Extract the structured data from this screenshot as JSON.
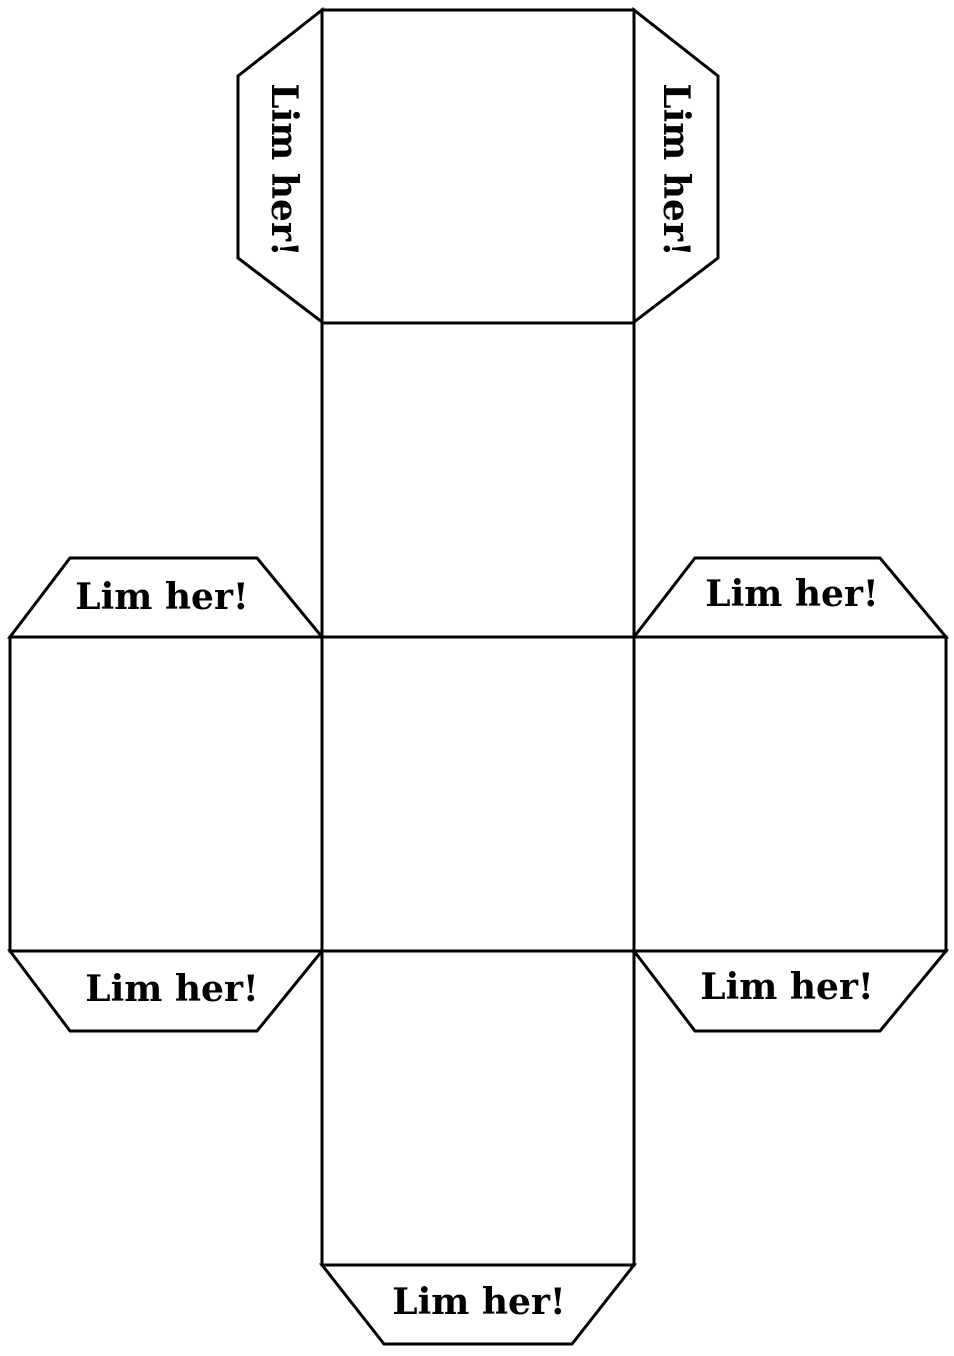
{
  "net": {
    "faces": [
      {
        "id": "top"
      },
      {
        "id": "upper-middle"
      },
      {
        "id": "center"
      },
      {
        "id": "left"
      },
      {
        "id": "right"
      },
      {
        "id": "bottom"
      }
    ],
    "flaps": [
      {
        "id": "top-left",
        "label": "Lim her!",
        "orientation": "vertical"
      },
      {
        "id": "top-right",
        "label": "Lim her!",
        "orientation": "vertical"
      },
      {
        "id": "left-top",
        "label": "Lim her!",
        "orientation": "horizontal"
      },
      {
        "id": "right-top",
        "label": "Lim her!",
        "orientation": "horizontal"
      },
      {
        "id": "left-bottom",
        "label": "Lim her!",
        "orientation": "horizontal"
      },
      {
        "id": "right-bottom",
        "label": "Lim her!",
        "orientation": "horizontal"
      },
      {
        "id": "bottom",
        "label": "Lim her!",
        "orientation": "horizontal"
      }
    ]
  }
}
